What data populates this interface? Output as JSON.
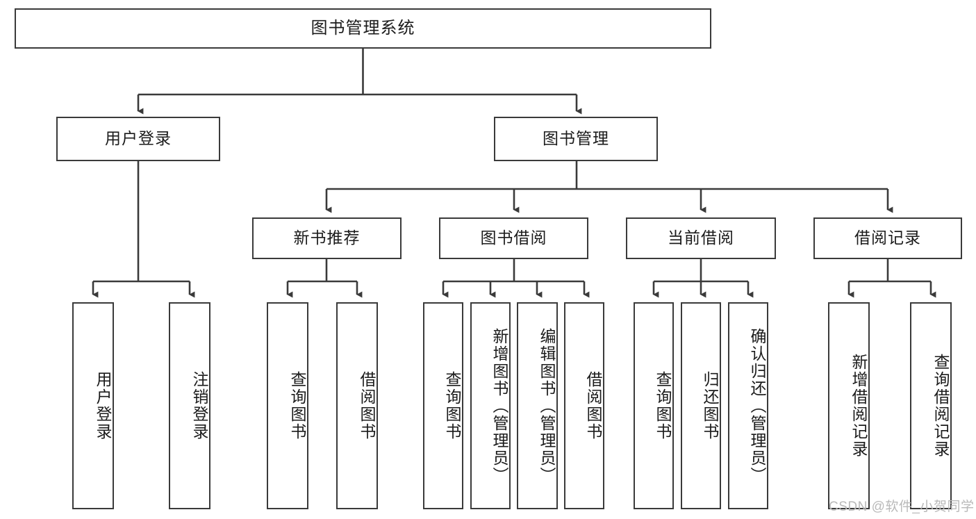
{
  "diagram": {
    "title": "图书管理系统",
    "watermark": "CSDN @软件_小贺同学",
    "stroke_color": "#3a3a3a",
    "text_color": "#1b1b1b",
    "background_color": "#ffffff",
    "watermark_color": "#b9b9b9"
  },
  "nodes": {
    "root": {
      "label": "图书管理系统"
    },
    "level2": [
      {
        "label": "用户登录"
      },
      {
        "label": "图书管理"
      }
    ],
    "level3": [
      {
        "label": "新书推荐"
      },
      {
        "label": "图书借阅"
      },
      {
        "label": "当前借阅"
      },
      {
        "label": "借阅记录"
      }
    ],
    "user_login_children": [
      {
        "label": "用户登录"
      },
      {
        "label": "注销登录"
      }
    ],
    "new_book_children": [
      {
        "label": "查询图书"
      },
      {
        "label": "借阅图书"
      }
    ],
    "book_borrow_children": [
      {
        "label": "查询图书"
      },
      {
        "label": "新增图书（管理员）"
      },
      {
        "label": "编辑图书（管理员）"
      },
      {
        "label": "借阅图书"
      }
    ],
    "current_borrow_children": [
      {
        "label": "查询图书"
      },
      {
        "label": "归还图书"
      },
      {
        "label": "确认归还（管理员）"
      }
    ],
    "borrow_record_children": [
      {
        "label": "新增借阅记录"
      },
      {
        "label": "查询借阅记录"
      }
    ]
  }
}
